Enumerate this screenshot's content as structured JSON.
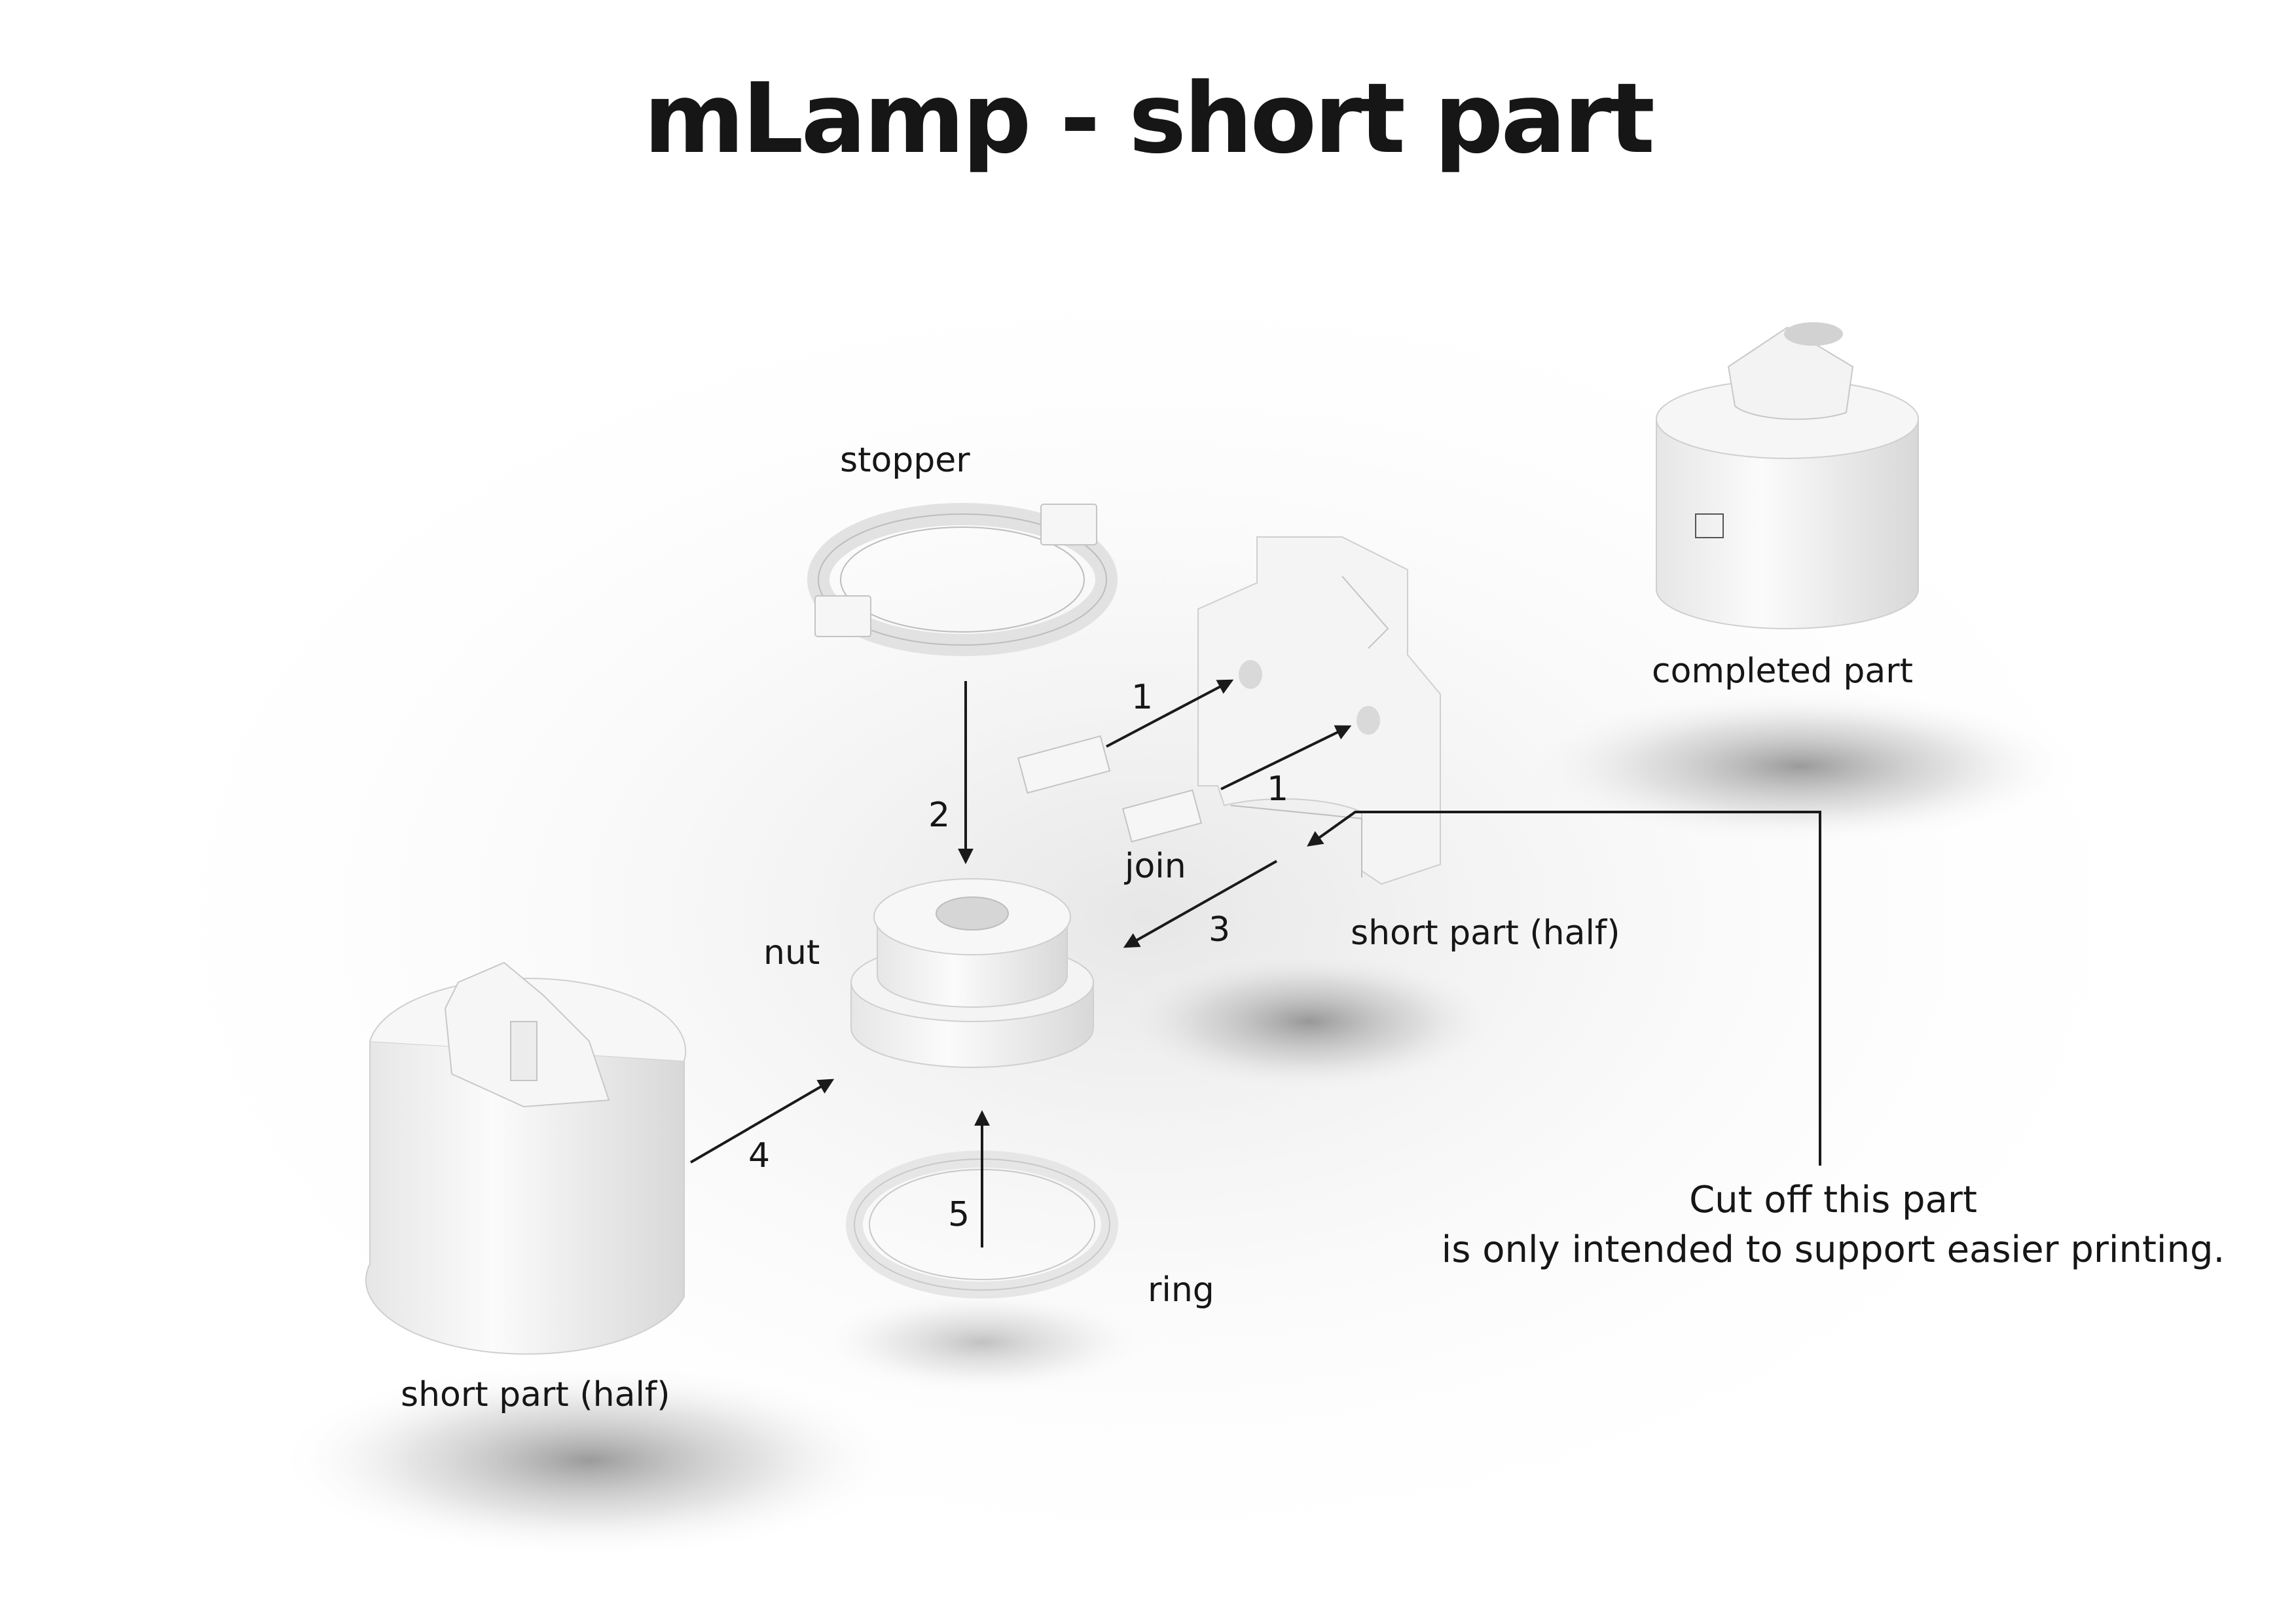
{
  "title": "mLamp - short part",
  "labels": {
    "stopper": "stopper",
    "completed_part": "completed part",
    "join": "join",
    "nut": "nut",
    "short_part_half_right": "short part (half)",
    "short_part_half_left": "short part (half)",
    "ring": "ring"
  },
  "steps": {
    "step_1a": "1",
    "step_1b": "1",
    "step_2": "2",
    "step_3": "3",
    "step_4": "4",
    "step_5": "5"
  },
  "note": {
    "line1": "Cut off this part",
    "line2": "is only intended to support easier printing."
  },
  "colors": {
    "part": "#f4f4f4",
    "part_shade": "#dedede",
    "arrow": "#1a1a1a",
    "shadow": "#8c8c8c"
  }
}
